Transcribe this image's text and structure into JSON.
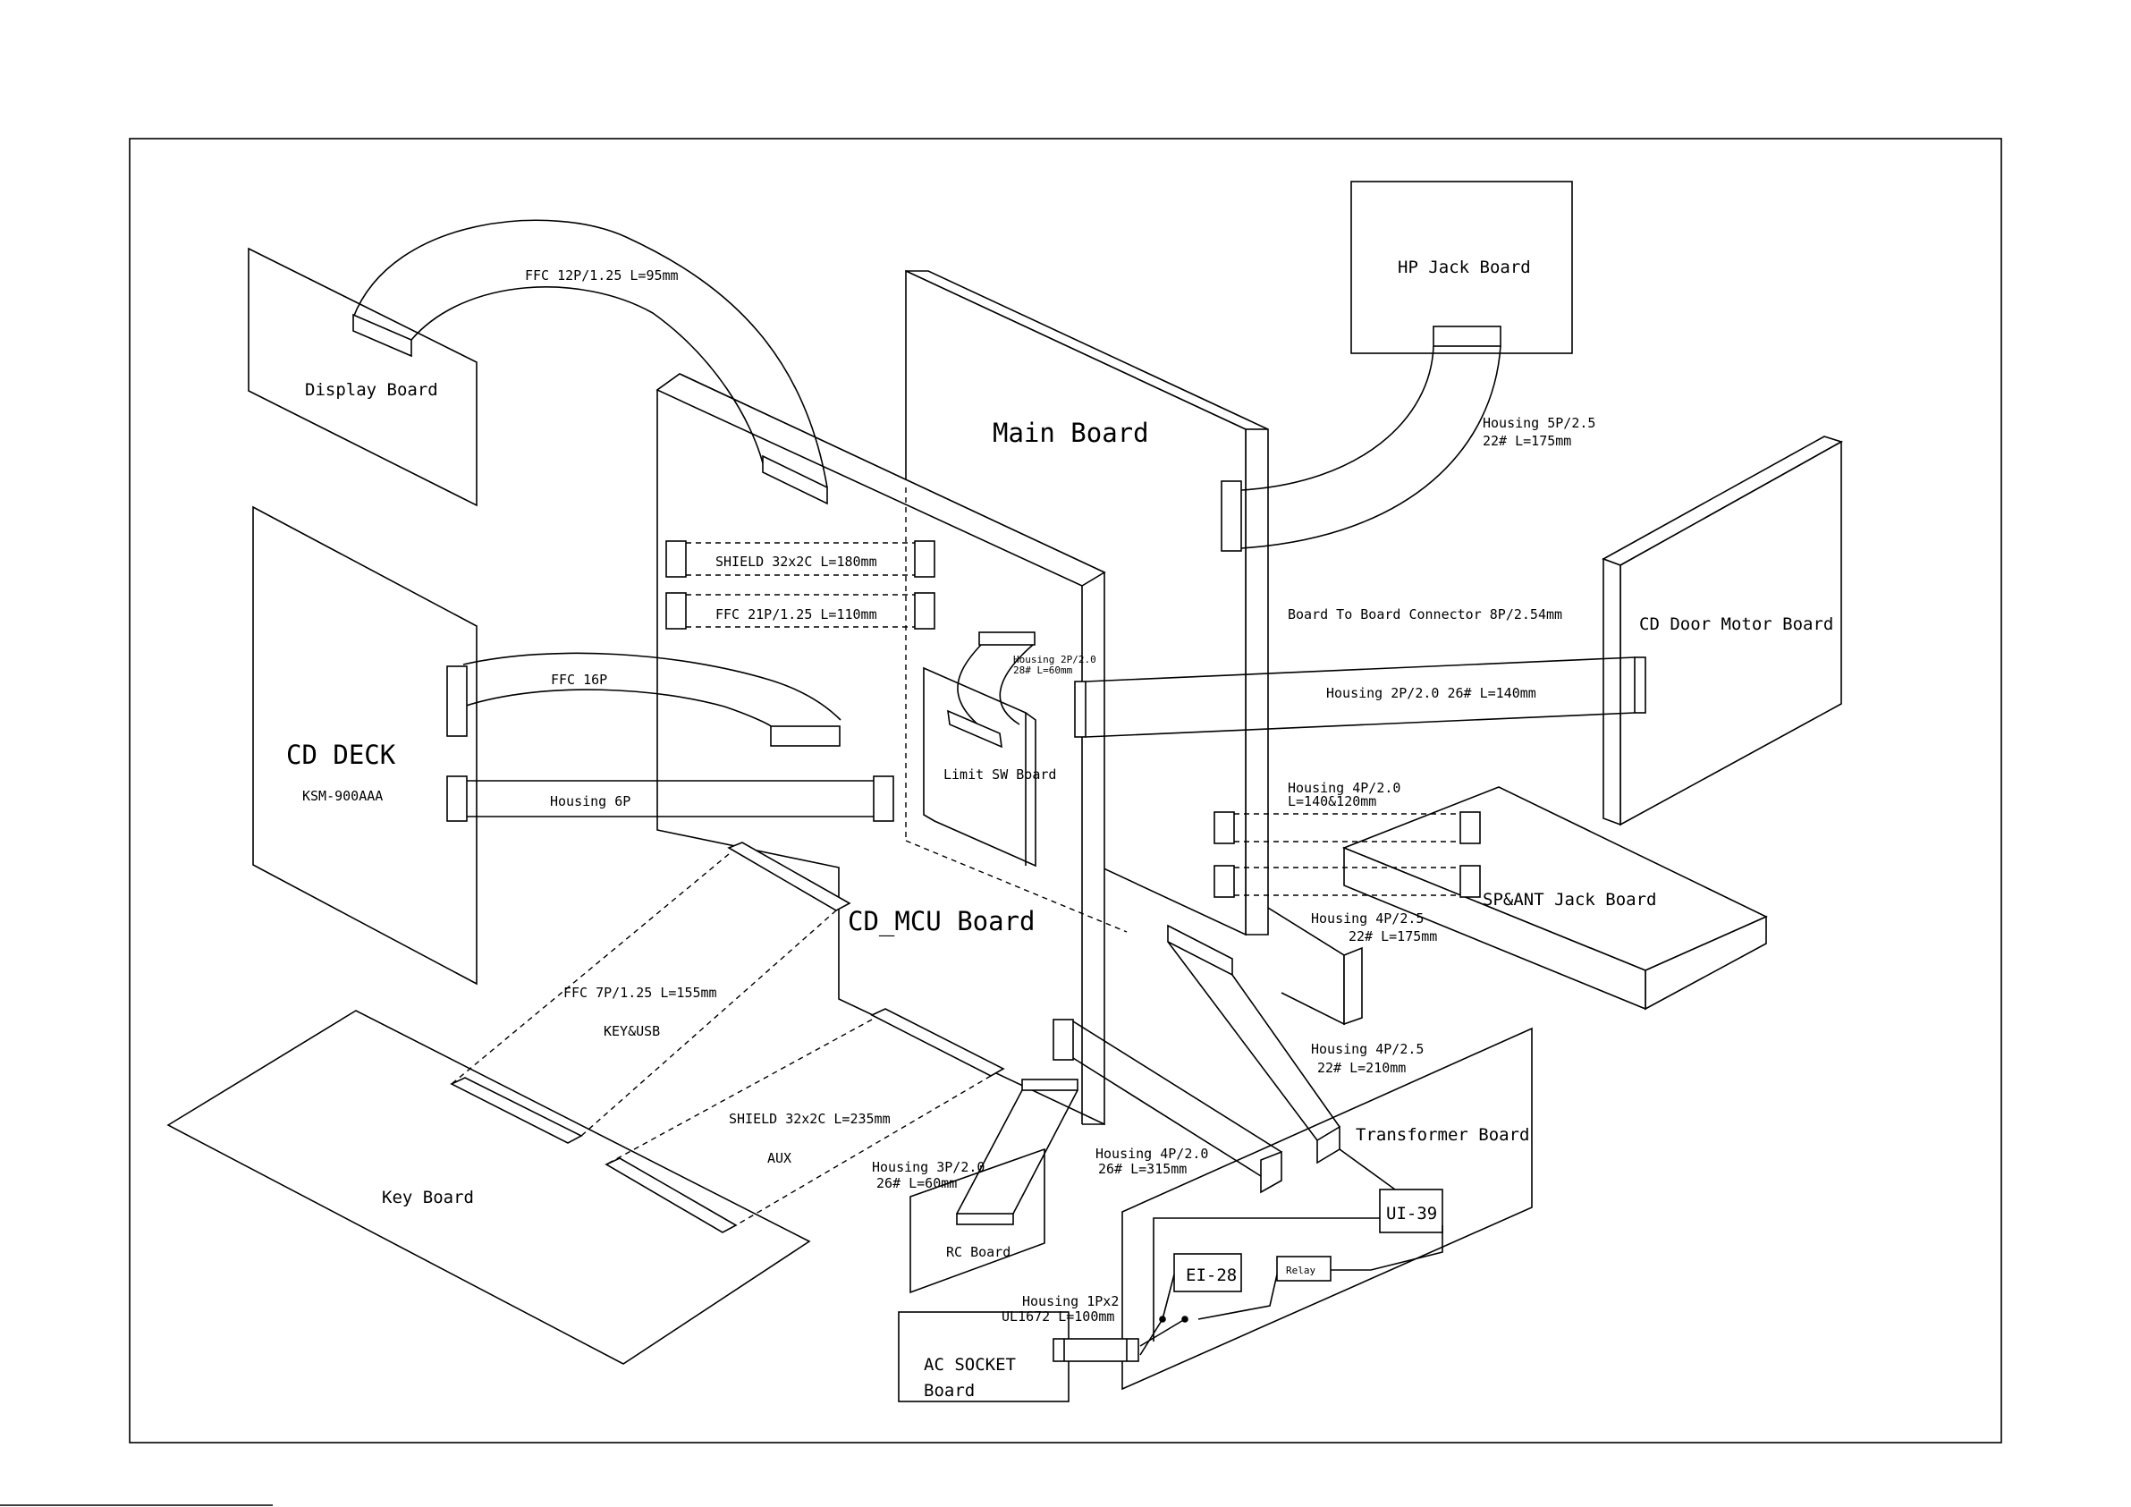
{
  "boards": {
    "display": "Display Board",
    "main": "Main Board",
    "hp_jack": "HP Jack Board",
    "cd_door_motor": "CD Door Motor Board",
    "cd_deck": "CD DECK",
    "cd_deck_model": "KSM-900AAA",
    "cd_mcu": "CD_MCU Board",
    "limit_sw": "Limit SW Board",
    "sp_ant_jack": "SP&ANT Jack Board",
    "key": "Key Board",
    "transformer": "Transformer Board",
    "rc": "RC Board",
    "ac_socket_line1": "AC SOCKET",
    "ac_socket_line2": "Board"
  },
  "components": {
    "ui39": "UI-39",
    "ei28": "EI-28",
    "relay": "Relay"
  },
  "cables": {
    "ffc_12p": "FFC 12P/1.25 L=95mm",
    "hp_housing_l1": "Housing 5P/2.5",
    "hp_housing_l2": "22# L=175mm",
    "shield_32x2c_180": "SHIELD 32x2C L=180mm",
    "ffc_21p": "FFC 21P/1.25 L=110mm",
    "b2b_connector": "Board To Board Connector 8P/2.54mm",
    "ffc_16p": "FFC 16P",
    "limit_housing_l1": "Housing 2P/2.0",
    "limit_housing_l2": "28# L=60mm",
    "housing_2p_140": "Housing 2P/2.0 26# L=140mm",
    "housing_6p": "Housing 6P",
    "sp_housing_l1": "Housing 4P/2.0",
    "sp_housing_l2": "L=140&120mm",
    "main_housing_175_l1": "Housing 4P/2.5",
    "main_housing_175_l2": "22# L=175mm",
    "ffc_7p": "FFC 7P/1.25 L=155mm",
    "key_usb": "KEY&USB",
    "housing_4p_210_l1": "Housing 4P/2.5",
    "housing_4p_210_l2": "22# L=210mm",
    "shield_32x2c_235": "SHIELD 32x2C L=235mm",
    "aux": "AUX",
    "rc_housing_l1": "Housing 3P/2.0",
    "rc_housing_l2": "26# L=60mm",
    "housing_4p_315_l1": "Housing 4P/2.0",
    "housing_4p_315_l2": "26# L=315mm",
    "ac_housing_l1": "Housing 1Px2",
    "ac_housing_l2": "UL1672 L=100mm"
  }
}
